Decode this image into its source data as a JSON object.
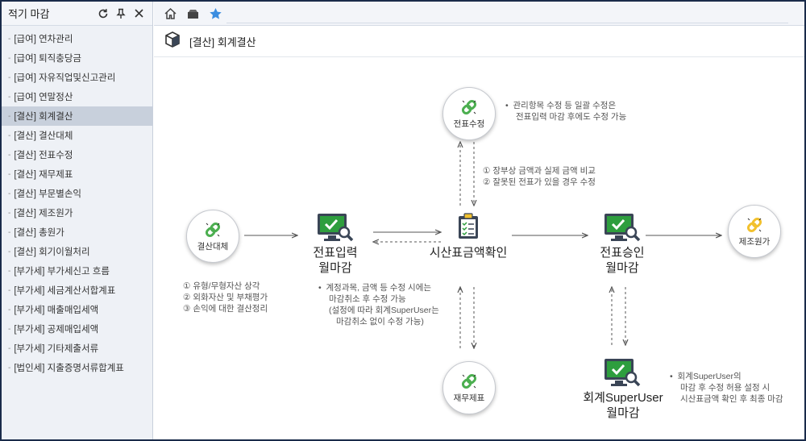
{
  "sidebar": {
    "title": "적기 마감",
    "items": [
      "[급여] 연차관리",
      "[급여] 퇴직충당금",
      "[급여] 자유직업및신고관리",
      "[급여] 연말정산",
      "[결산] 회계결산",
      "[결산] 결산대체",
      "[결산] 전표수정",
      "[결산] 재무제표",
      "[결산] 부문별손익",
      "[결산] 제조원가",
      "[결산] 총원가",
      "[결산] 회기이월처리",
      "[부가세] 부가세신고 흐름",
      "[부가세] 세금계산서합계표",
      "[부가세] 매출매입세액",
      "[부가세] 공제매입세액",
      "[부가세] 기타제출서류",
      "[법인세] 지출증명서류합계표"
    ],
    "active_index": 4
  },
  "page": {
    "title": "[결산] 회계결산"
  },
  "diagram": {
    "circles": {
      "closing_transfer": "결산대체",
      "voucher_edit": "전표수정",
      "financial_statements": "재무제표",
      "manufacturing_cost": "제조원가"
    },
    "nodes": {
      "voucher_input": [
        "전표입력",
        "월마감"
      ],
      "trial_balance": "시산표금액확인",
      "voucher_approval": [
        "전표승인",
        "월마감"
      ],
      "superuser": [
        "회계SuperUser",
        "월마감"
      ]
    },
    "notes": {
      "voucher_edit": [
        "관리항목 수정 등 일괄 수정은",
        "전표입력 마감 후에도 수정 가능"
      ],
      "compare": [
        "① 장부상 금액과 실제 금액 비교",
        "② 잘못된 전표가 있을 경우 수정"
      ],
      "closing": [
        "① 유형/무형자산 상각",
        "② 외화자산 및 부채평가",
        "③ 손익에 대한 결산정리"
      ],
      "cancel": [
        "계정과목, 금액 등 수정 시에는",
        "마감취소 후 수정 가능",
        "(설정에 따라 회계SuperUser는",
        "마감취소 없이 수정 가능)"
      ],
      "superuser": [
        "회계SuperUser의",
        "마감 후 수정 허용 설정 시",
        "시산표금액 확인 후 최종 마감"
      ]
    }
  },
  "colors": {
    "monitor_green": "#2e9e3e",
    "monitor_body": "#3a4556",
    "star_blue": "#3b8de0",
    "link_green": "#4caf50",
    "link_yellow": "#f2c12e",
    "arrow": "#555555",
    "active_item": "#c8d0dc"
  },
  "icons": {
    "refresh": "refresh-icon",
    "pin": "pin-icon",
    "close": "close-icon",
    "home": "home-icon",
    "box": "box-icon",
    "star": "star-icon"
  }
}
